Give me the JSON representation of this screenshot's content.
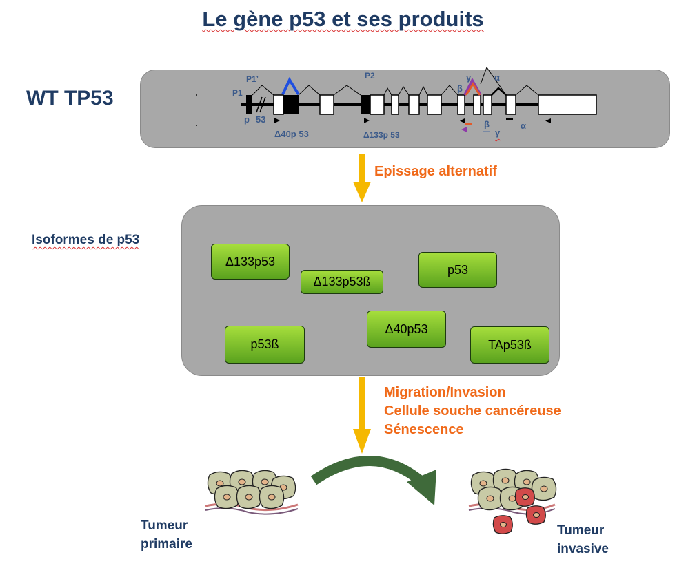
{
  "title": "Le gène p53 et ses produits",
  "gene_label": "WT TP53",
  "gene_map_labels": {
    "p1prime": "P1’",
    "p1": "P1",
    "p2": "P2",
    "p": "p",
    "n53": "53",
    "d40": "Δ40p 53",
    "d133": "Δ133p 53",
    "gamma_top": "γ",
    "beta_top": "β",
    "alpha_top": "α",
    "beta_bottom": "β",
    "gamma_bottom": "γ",
    "alpha_bottom": "α"
  },
  "step1_label": "Epissage alternatif",
  "isoforms_title": "Isoformes de p53",
  "isoforms": [
    "Δ133p53",
    "Δ133p53ß",
    "p53",
    "p53ß",
    "Δ40p53",
    "TAp53ß"
  ],
  "outcomes": [
    "Migration/Invasion",
    "Cellule souche cancéreuse",
    "Sénescence"
  ],
  "tumor_primary": [
    "Tumeur",
    "primaire"
  ],
  "tumor_invasive": [
    "Tumeur",
    "invasive"
  ],
  "colors": {
    "title": "#1f3b63",
    "orange": "#f06a1a",
    "arrow": "#f5b800",
    "panel": "#a8a8a8",
    "green_box": "#7cc22c",
    "curve_arrow": "#3f6a3a",
    "invasive_cell": "#d24a4a"
  }
}
